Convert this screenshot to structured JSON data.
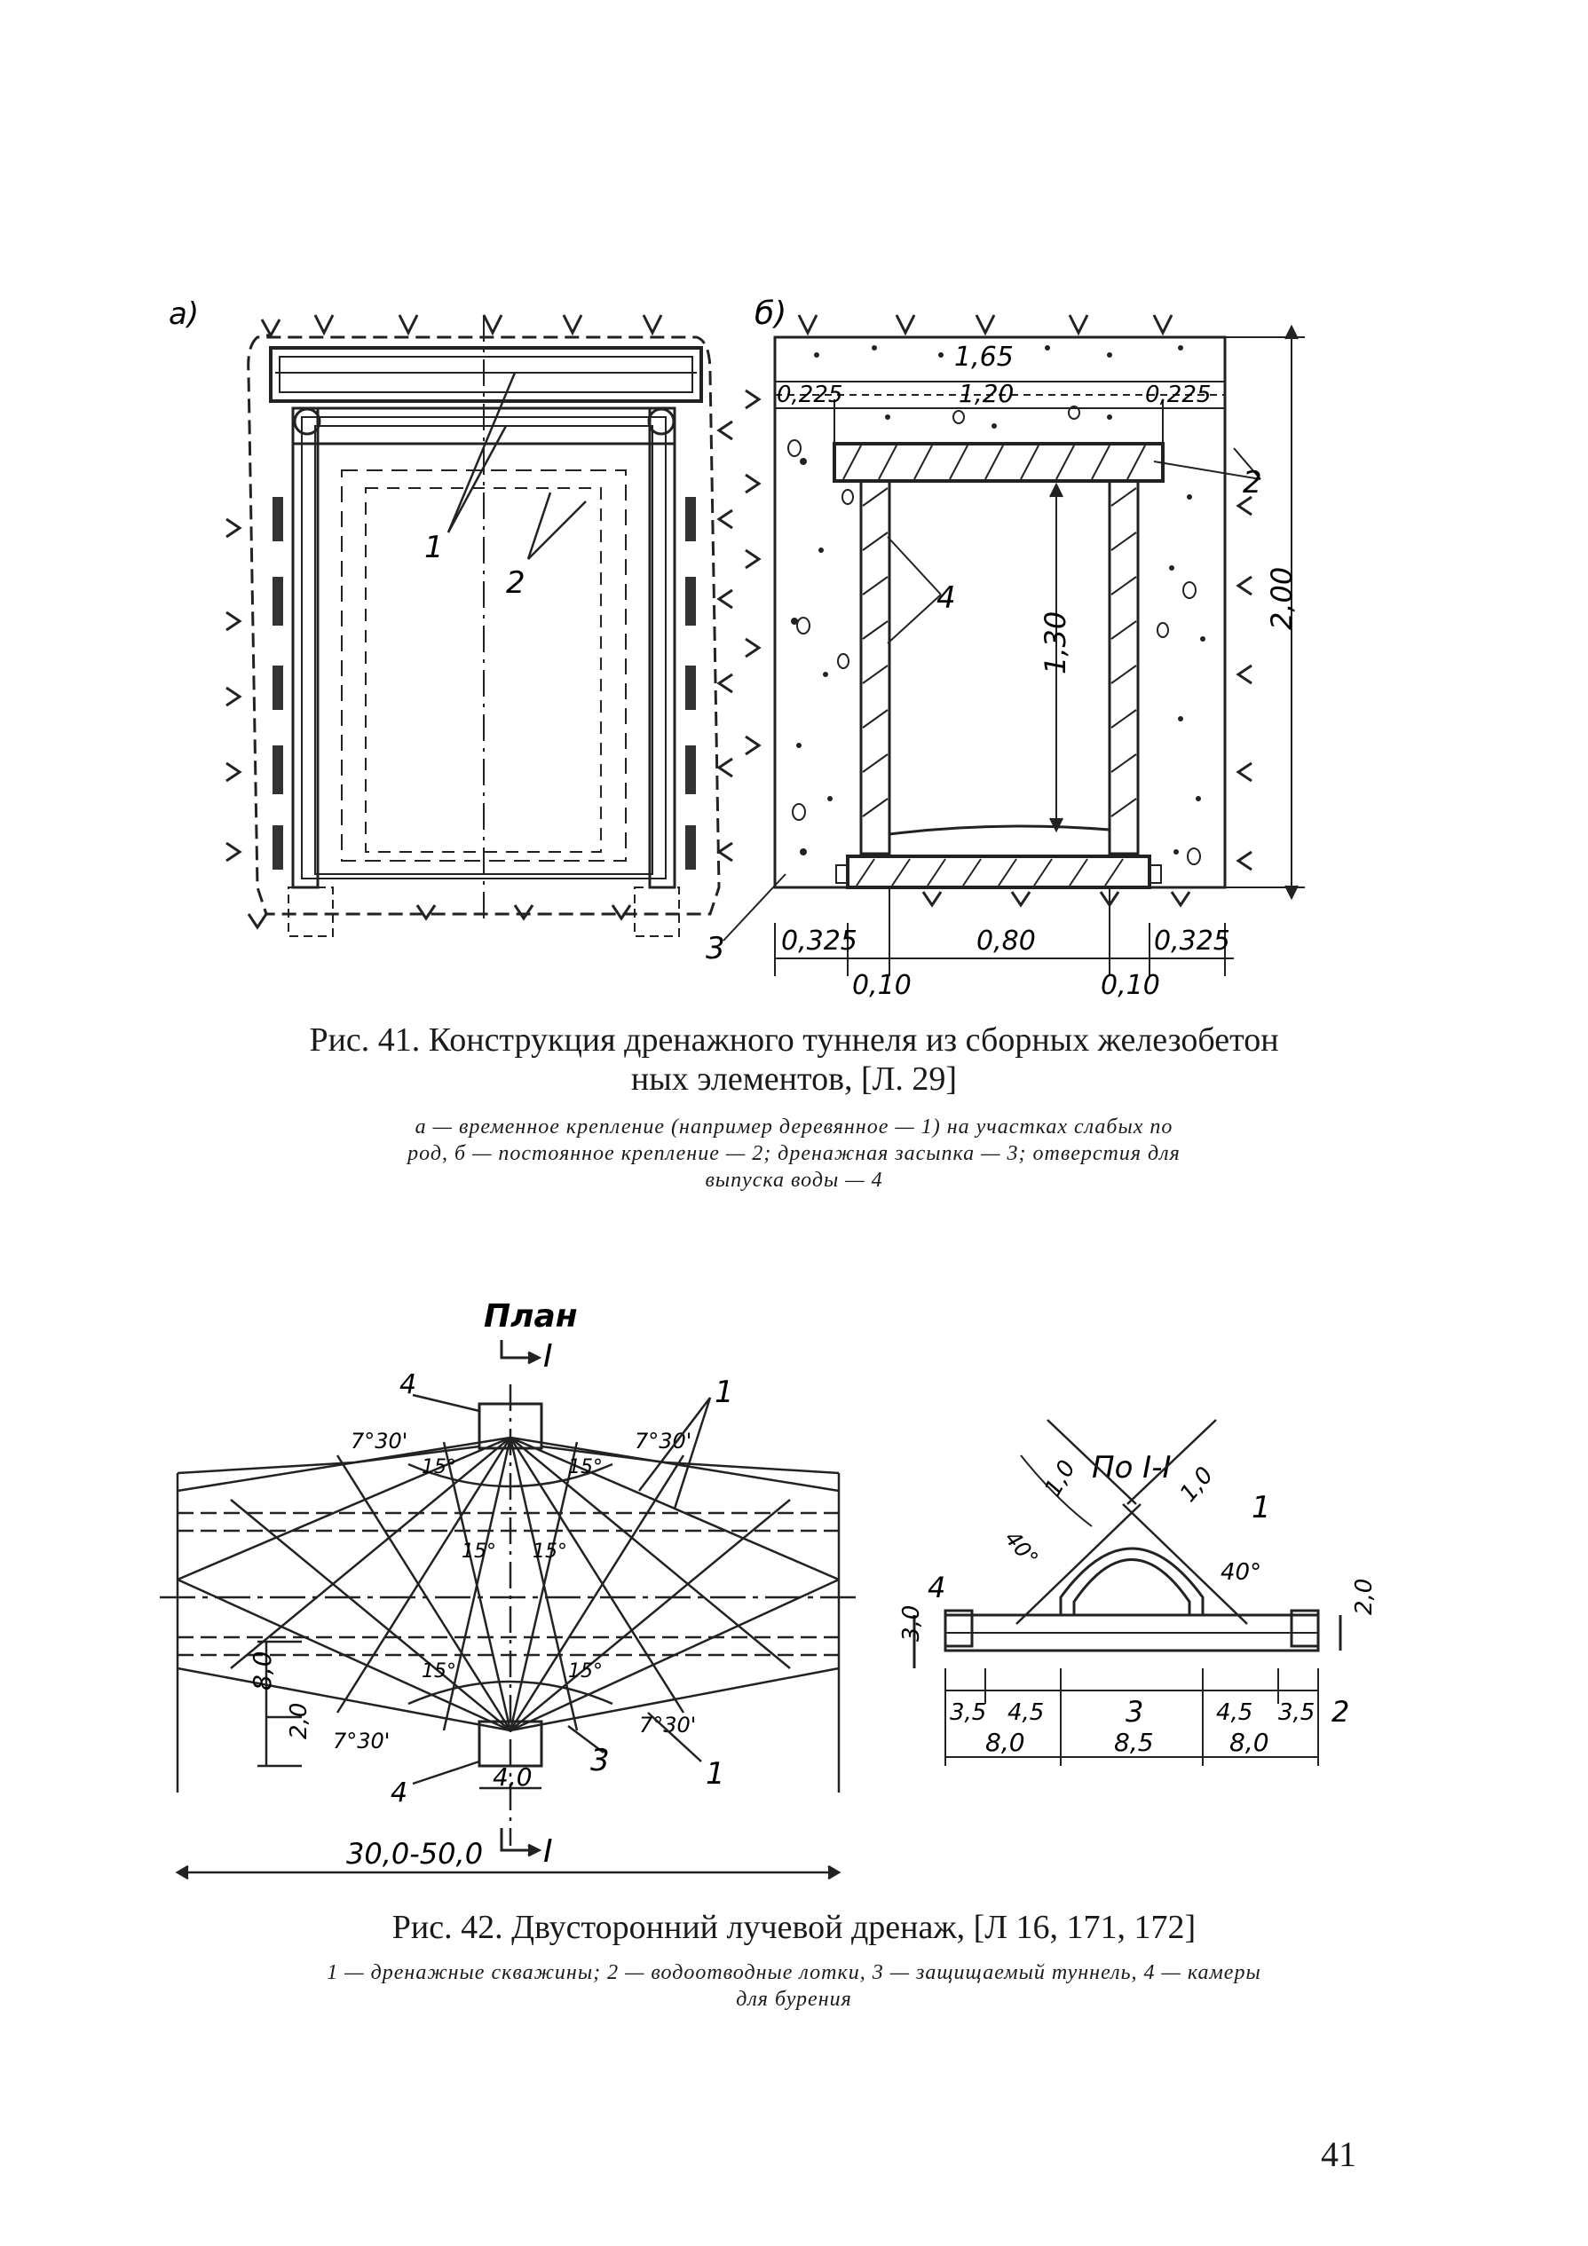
{
  "figure41": {
    "panel_a_label": "а)",
    "panel_b_label": "б)",
    "callouts_a": [
      "1",
      "2"
    ],
    "callouts_b": [
      "2",
      "4",
      "3"
    ],
    "dimensions_b": {
      "top_width": "1,65",
      "left_wall": "0,225",
      "inner_width": "1,20",
      "right_wall": "0,225",
      "inner_height": "1,30",
      "total_height": "2,00",
      "base_left": "0,325",
      "base_mid": "0,80",
      "base_right": "0,325",
      "wall_left": "0,10",
      "wall_right": "0,10"
    },
    "caption_line1": "Рис. 41. Конструкция дренажного туннеля из сборных железобетон",
    "caption_line2": "ных элементов, [Л. 29]",
    "note_line1": "а — временное крепление (например деревянное — 1) на участках слабых по",
    "note_line2": "род, б — постоянное крепление — 2; дренажная засыпка — 3; отверстия для",
    "note_line3": "выпуска воды — 4"
  },
  "figure42": {
    "plan_title": "План",
    "section_mark": "I",
    "section_title": "По I-I",
    "angles_plan": [
      "7°30'",
      "7°30'",
      "15°",
      "15°",
      "15°",
      "15°",
      "15°",
      "15°",
      "7°30'",
      "7°30'"
    ],
    "callouts_plan": [
      "1",
      "1",
      "3",
      "4",
      "4"
    ],
    "dims_plan": {
      "height_8": "8,0",
      "height_2": "2,0",
      "width_4": "4,0",
      "overall": "30,0-50,0"
    },
    "section": {
      "callouts": [
        "1",
        "2",
        "3",
        "4"
      ],
      "dim_1_left": "1,0",
      "dim_1_right": "1,0",
      "angle_left": "40°",
      "angle_right": "40°",
      "height_left": "3,0",
      "height_right": "2,0",
      "bottom": [
        "3,5",
        "4,5",
        "4,5",
        "3,5"
      ],
      "bottom2": [
        "8,0",
        "8,5",
        "8,0"
      ]
    },
    "caption": "Рис. 42. Двусторонний лучевой дренаж, [Л 16, 171, 172]",
    "note_line1": "1 — дренажные скважины; 2 — водоотводные лотки, 3 — защищаемый туннель, 4 — камеры",
    "note_line2": "для бурения"
  },
  "page_number": "41"
}
